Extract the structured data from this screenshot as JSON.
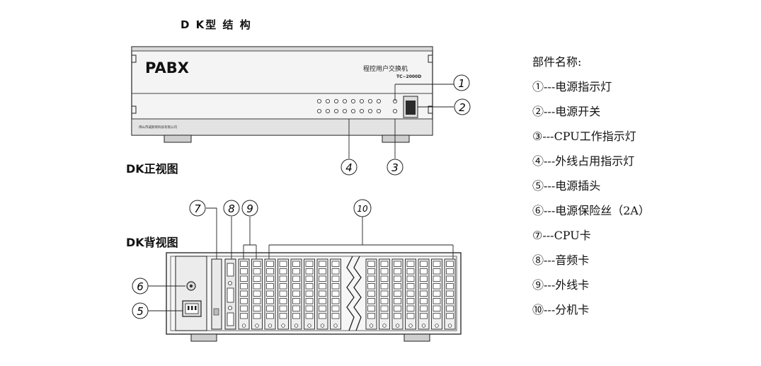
{
  "header": {
    "title": "D K型 结 构"
  },
  "front_view": {
    "label": "DK正视图",
    "brand": "PABX",
    "model_cn": "程控用户交换机",
    "model_code": "TC−2000D",
    "maker": "佛山市威斯顿科技有限公司"
  },
  "back_view": {
    "label": "DK背视图"
  },
  "callouts": {
    "c1": "1",
    "c2": "2",
    "c3": "3",
    "c4": "4",
    "c5": "5",
    "c6": "6",
    "c7": "7",
    "c8": "8",
    "c9": "9",
    "c10": "10"
  },
  "legend": {
    "title": "部件名称:",
    "items": [
      "①---电源指示灯",
      "②---电源开关",
      "③---CPU工作指示灯",
      "④---外线占用指示灯",
      "⑤---电源插头",
      "⑥---电源保险丝（2A）",
      "⑦---CPU卡",
      "⑧---音频卡",
      "⑨---外线卡",
      "⑩---分机卡"
    ]
  }
}
